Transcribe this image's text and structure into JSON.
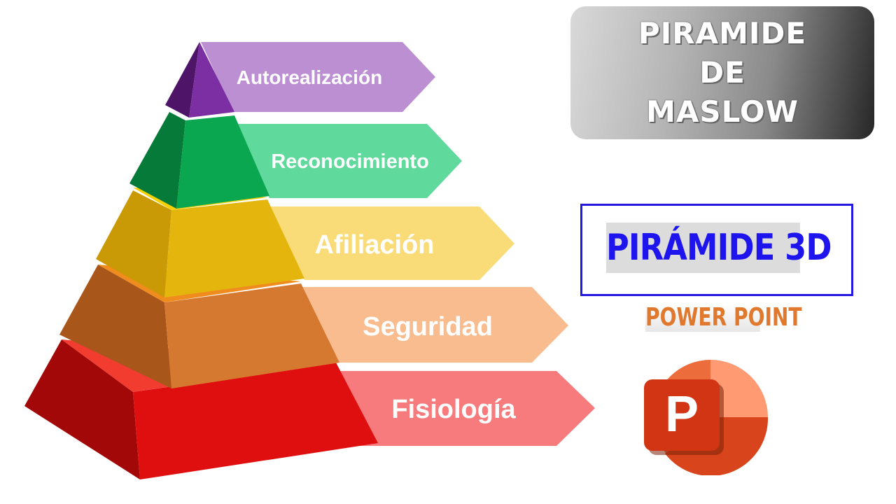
{
  "pyramid": {
    "levels": [
      {
        "label": "Autorealización",
        "face": "#7b2fa2",
        "side": "#4e1468",
        "tab": "#bb8fd2"
      },
      {
        "label": "Reconocimiento",
        "face": "#0aa650",
        "side": "#067a39",
        "tab": "#5fd99c"
      },
      {
        "label": "Afiliación",
        "face": "#e4b50c",
        "side": "#c99a05",
        "tab": "#f9dc78"
      },
      {
        "label": "Seguridad",
        "face": "#d67930",
        "side": "#a85619",
        "tab": "#f8bc8e"
      },
      {
        "label": "Fisiología",
        "face": "#e00f0f",
        "side": "#a30808",
        "tab": "#f77a7c"
      }
    ]
  },
  "title_box": {
    "lines": [
      "PIRAMIDE",
      "DE",
      "MASLOW"
    ]
  },
  "subtitle": {
    "main": "PIRÁMIDE 3D",
    "secondary": "POWER POINT"
  },
  "logo": {
    "letter": "P",
    "name": "powerpoint-icon"
  }
}
